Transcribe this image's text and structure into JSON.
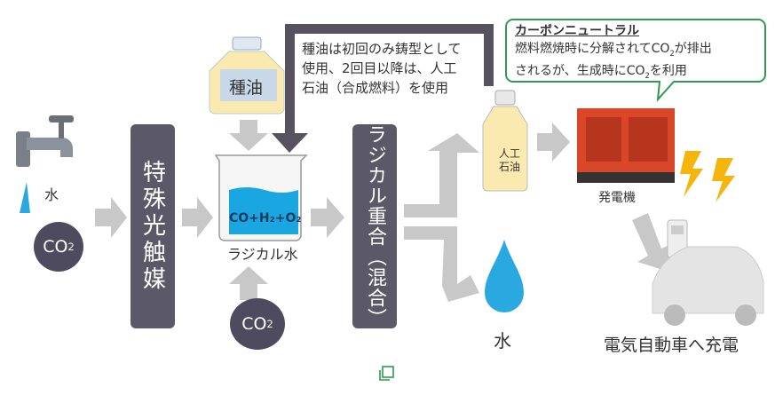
{
  "faucet": {
    "label": "水"
  },
  "co2_left": {
    "label": "CO",
    "sub": "2"
  },
  "photocatalyst": {
    "label": "特殊光触媒"
  },
  "seed_oil": {
    "label": "種油"
  },
  "note": {
    "lines": [
      "種油は初回のみ鋳型として",
      "使用、2回目以降は、人工",
      "石油（合成燃料）を使用"
    ]
  },
  "beaker": {
    "formula": "CO+H₂+O₂",
    "label": "ラジカル水"
  },
  "co2_bottom": {
    "label": "CO",
    "sub": "2"
  },
  "polymerization": {
    "label": "ラジカル重合（混合）"
  },
  "artificial_oil": {
    "line1": "人工",
    "line2": "石油"
  },
  "water_out": {
    "label": "水"
  },
  "callout": {
    "title": "カーボンニュートラル",
    "line1a": "燃料燃焼時に分解されてCO",
    "line1b": "が排出",
    "line2a": "されるが、生成時にCO",
    "line2b": "を利用",
    "sub": "2"
  },
  "generator": {
    "label": "発電機"
  },
  "ev": {
    "label": "電気自動車へ充電"
  },
  "colors": {
    "box": "#5b5868",
    "arrow": "#c8c8c8",
    "callout_border": "#2e9b4f",
    "water": "#1aa6e0",
    "oil": "#fbeab0",
    "generator": "#d9472b"
  },
  "icons": [
    "faucet-icon",
    "bottle-icon",
    "beaker-icon",
    "water-drop-icon",
    "generator-icon",
    "lightning-icon",
    "charging-station-icon",
    "car-icon",
    "expand-icon"
  ]
}
